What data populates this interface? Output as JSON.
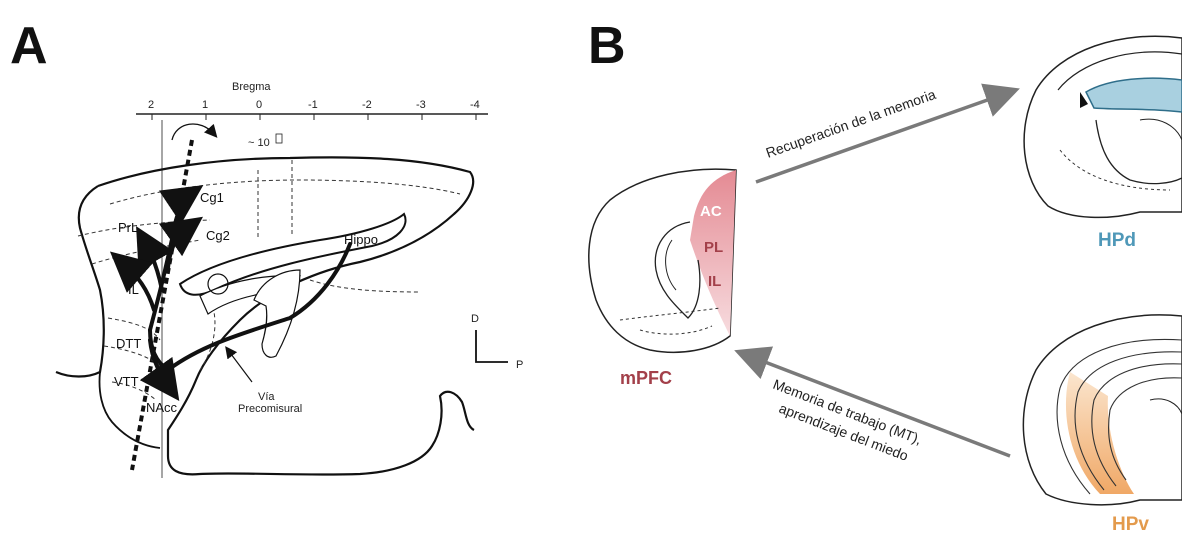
{
  "panels": {
    "a": "A",
    "b": "B"
  },
  "panel_a": {
    "bregma_title": "Bregma",
    "ticks": [
      "2",
      "1",
      "0",
      "-1",
      "-2",
      "-3",
      "-4"
    ],
    "angle": "~ 10",
    "regions": {
      "cg1": "Cg1",
      "cg2": "Cg2",
      "prl": "PrL",
      "il": "IL",
      "dtt": "DTT",
      "vtt": "VTT",
      "nacc": "NAcc",
      "hippo": "Hippo"
    },
    "via_line1": "Vía",
    "via_line2": "Precomisural",
    "axis_d": "D",
    "axis_p": "P"
  },
  "panel_b": {
    "mpfc_label": "mPFC",
    "ac": "AC",
    "pl": "PL",
    "il": "IL",
    "hpd_label": "HPd",
    "hpv_label": "HPv",
    "arrow_top_label": "Recuperación de la memoria",
    "arrow_bottom_line1": "Memoria de trabajo (MT),",
    "arrow_bottom_line2": "aprendizaje del miedo"
  },
  "colors": {
    "mpfc": "#a3404a",
    "hpd": "#4f98b8",
    "hpv": "#e39a4c",
    "hpd_fill": "#a9d0e0",
    "mpfc_fill": "#e8a8ae",
    "hpv_fill": "#f5c89a"
  }
}
